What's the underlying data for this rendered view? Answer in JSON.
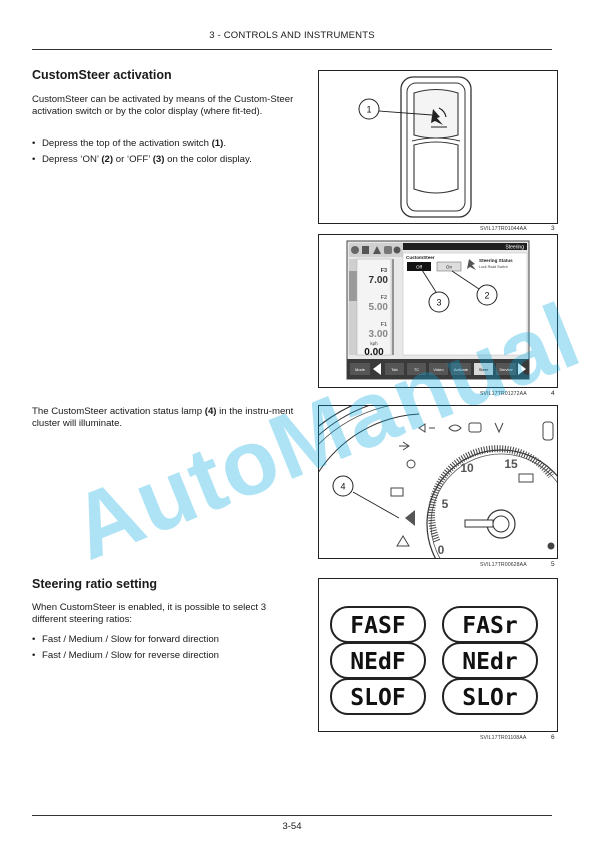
{
  "header": {
    "title": "3 - CONTROLS AND INSTRUMENTS"
  },
  "section1": {
    "title": "CustomSteer activation",
    "intro": "CustomSteer can be activated by means of the Custom-Steer activation switch or by the color display (where fit-ted).",
    "bullets": [
      {
        "pre": "Depress the top of the activation switch ",
        "b1": "(1)",
        "mid": ".",
        "b2": "",
        "post": ""
      },
      {
        "pre": "Depress ‘ON’ ",
        "b1": "(2)",
        "mid": " or ‘OFF’ ",
        "b2": "(3)",
        "post": " on the color display."
      }
    ],
    "lamp_text_pre": "The CustomSteer activation status lamp ",
    "lamp_text_bold": "(4)",
    "lamp_text_post": " in the instru-ment cluster will illuminate."
  },
  "section2": {
    "title": "Steering ratio setting",
    "intro": "When CustomSteer is enabled, it is possible to select 3 different steering ratios:",
    "bullets": [
      "Fast / Medium / Slow for forward direction",
      "Fast / Medium / Slow for reverse direction"
    ]
  },
  "figures": {
    "fig3": {
      "code": "SVIL17TR01044AA",
      "number": "3",
      "callout": "1"
    },
    "fig4": {
      "code": "SVIL17TR01272AA",
      "number": "4",
      "callouts": [
        "3",
        "2"
      ],
      "screen": {
        "header_right": "Steering",
        "panel_title": "CustomSteer",
        "off_label": "Off",
        "on_label": "On",
        "status_title": "Steering Status",
        "status_sub": "Lock Road Switch",
        "ranges": [
          {
            "label": "F3",
            "value": "7.00"
          },
          {
            "label": "F2",
            "value": "5.00"
          },
          {
            "label": "F1",
            "value": "3.00"
          }
        ],
        "speed_unit": "kph",
        "speed_value": "0.00",
        "bottom_buttons": [
          "Mode",
          "Tab",
          "TC",
          "Video",
          "Activate",
          "Steer",
          "Service"
        ]
      }
    },
    "fig5": {
      "code": "SVIL17TR00628AA",
      "number": "5",
      "callout": "4",
      "gauge_numbers": [
        "10",
        "15",
        "5",
        "0"
      ]
    },
    "fig6": {
      "code": "SVIL17TR01108AA",
      "number": "6",
      "displays": [
        "FASF",
        "FASr",
        "NEdF",
        "NEdr",
        "SLOF",
        "SLOr"
      ]
    }
  },
  "footer": {
    "page": "3-54"
  },
  "watermark": {
    "text": "AutoManual"
  }
}
